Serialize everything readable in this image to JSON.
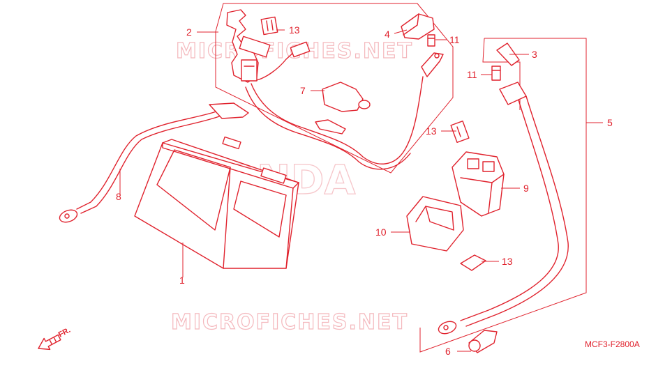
{
  "watermarks": {
    "top": "MICROFICHES.NET",
    "bottom": "MICROFICHES.NET",
    "brand": "HONDA"
  },
  "callouts": {
    "c1": "1",
    "c2": "2",
    "c3": "3",
    "c4": "4",
    "c5": "5",
    "c6": "6",
    "c7": "7",
    "c8": "8",
    "c9": "9",
    "c10": "10",
    "c11a": "11",
    "c11b": "11",
    "c13a": "13",
    "c13b": "13",
    "c13c": "13"
  },
  "direction": {
    "label": "FR."
  },
  "figure_code": "MCF3-F2800A",
  "colors": {
    "line": "#e0222d",
    "watermark": "#f4b8bd"
  }
}
